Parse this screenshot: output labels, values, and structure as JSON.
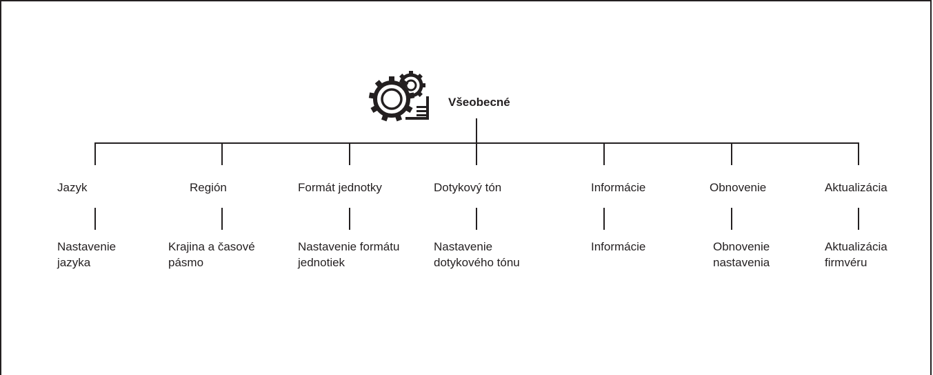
{
  "root": {
    "label": "Všeobecné",
    "icon": "gears-settings-icon"
  },
  "categories": [
    {
      "label": "Jazyk",
      "children": [
        "Nastavenie jazyka"
      ]
    },
    {
      "label": "Región",
      "children": [
        "Krajina a časové pásmo"
      ]
    },
    {
      "label": "Formát jednotky",
      "children": [
        "Nastavenie formátu jednotiek"
      ]
    },
    {
      "label": "Dotykový tón",
      "children": [
        "Nastavenie dotykového tónu"
      ]
    },
    {
      "label": "Informácie",
      "children": [
        "Informácie"
      ]
    },
    {
      "label": "Obnovenie",
      "children": [
        "Obnovenie nastavenia"
      ]
    },
    {
      "label": "Aktualizácia",
      "children": [
        "Aktualizácia firmvéru"
      ]
    }
  ],
  "colors": {
    "line": "#231f20",
    "text": "#231f20",
    "background": "#ffffff"
  }
}
